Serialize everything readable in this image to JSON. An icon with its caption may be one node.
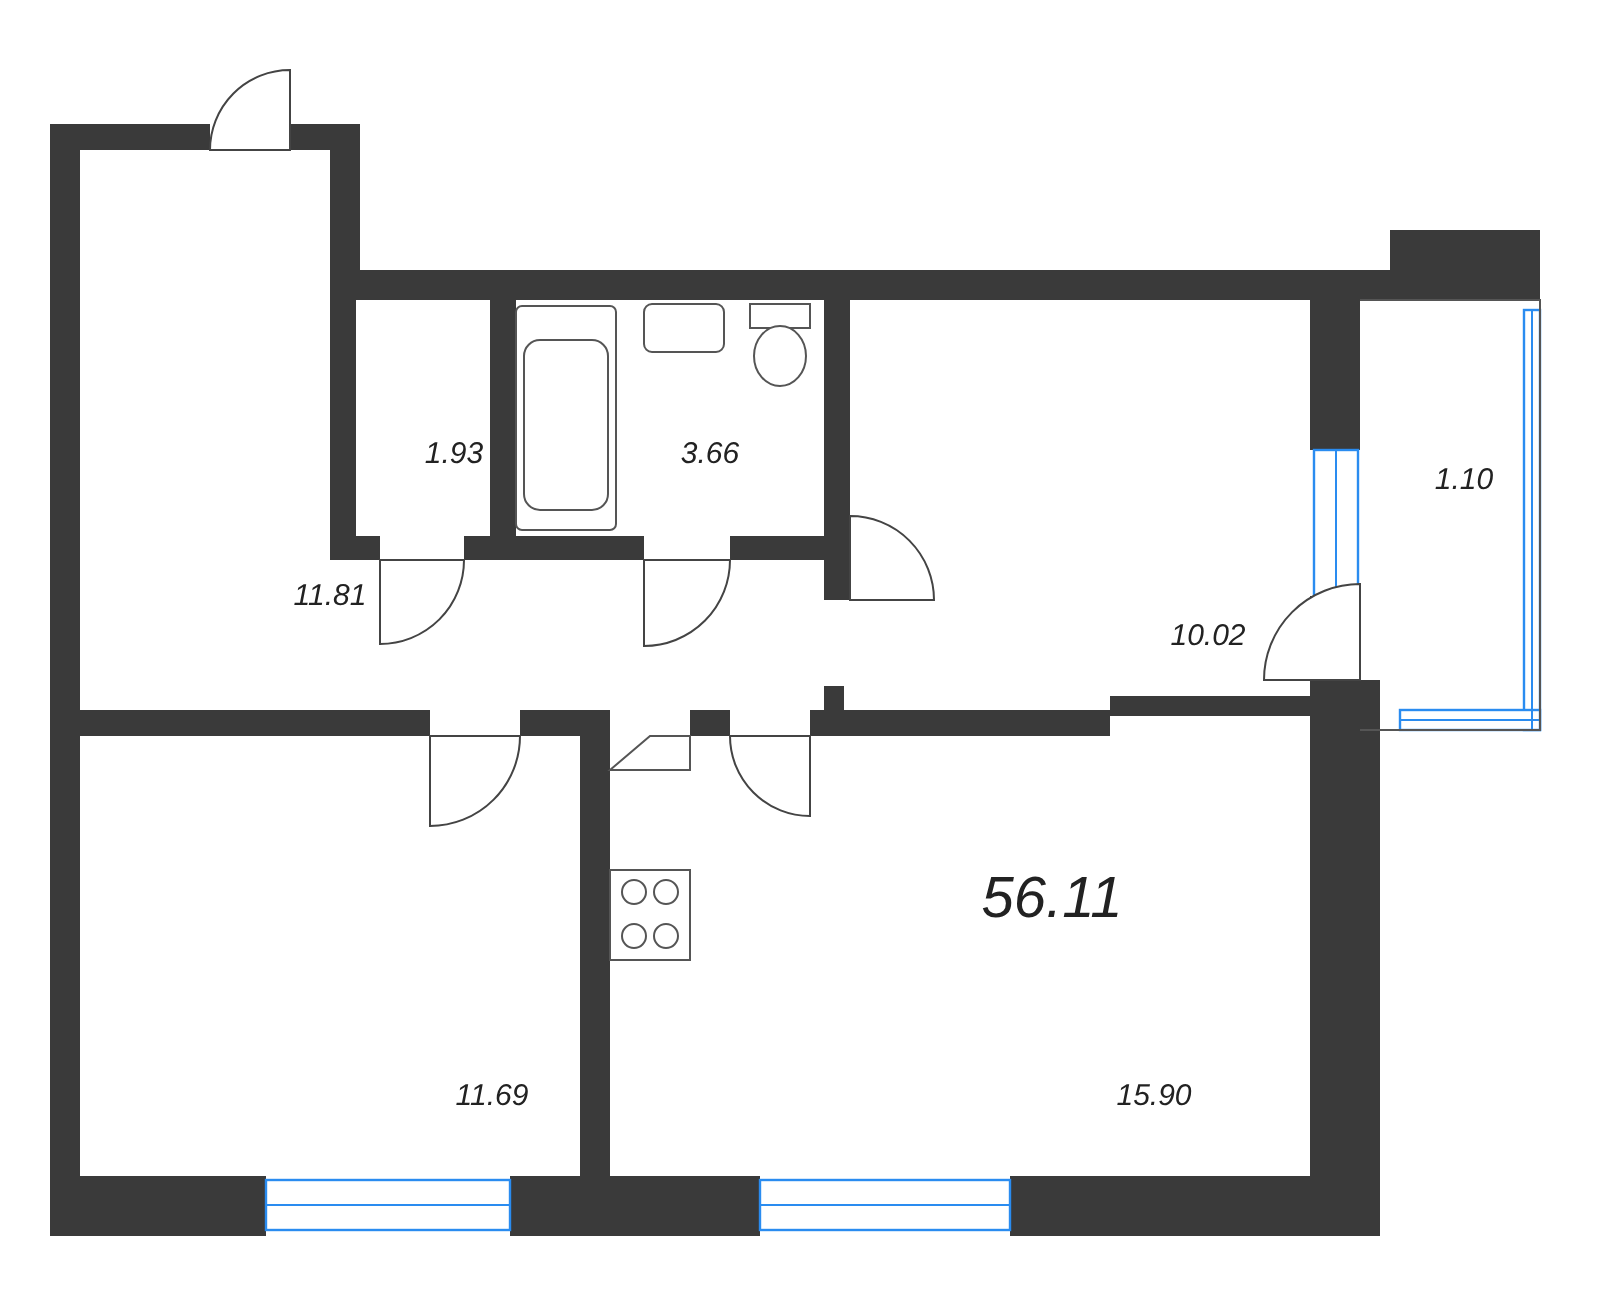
{
  "diagram": {
    "labels": [
      "1.93",
      "3.66",
      "1.10",
      "11.81",
      "10.02",
      "56.11",
      "11.69",
      "15.90"
    ]
  }
}
